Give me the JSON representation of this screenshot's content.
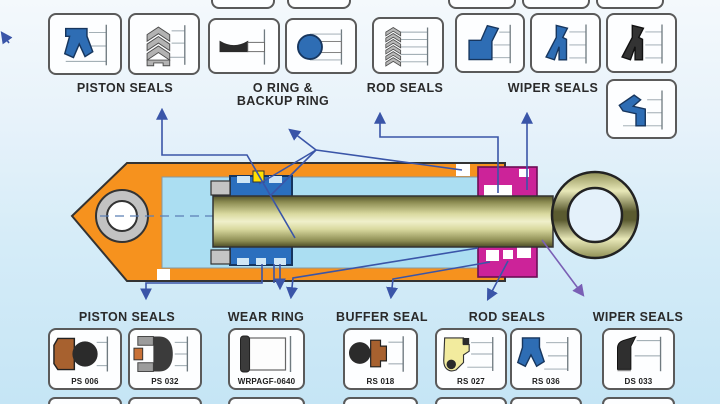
{
  "top_row": {
    "groups": [
      {
        "label": "PISTON SEALS",
        "icons": [
          "piston-seal-ucup",
          "piston-seal-vee-stack"
        ]
      },
      {
        "label_line1": "O RING &",
        "label_line2": "BACKUP RING",
        "icons": [
          "backup-ring",
          "o-ring"
        ]
      },
      {
        "label": "ROD SEALS",
        "icons": [
          "rod-seal-vee-stack"
        ]
      },
      {
        "label": "WIPER SEALS",
        "icons": [
          "wiper-seal-blue",
          "wiper-seal-lipped",
          "wiper-seal-black",
          "wiper-seal-angled"
        ]
      }
    ]
  },
  "bottom_row": {
    "groups": [
      {
        "label": "PISTON SEALS",
        "parts": [
          {
            "code": "PS 006",
            "icon": "piston-seal-oring-energized"
          },
          {
            "code": "PS 032",
            "icon": "piston-seal-compact"
          }
        ]
      },
      {
        "label": "WEAR RING",
        "parts": [
          {
            "code": "WRPAGF-0640",
            "icon": "wear-ring-strip"
          }
        ]
      },
      {
        "label": "BUFFER SEAL",
        "parts": [
          {
            "code": "RS 018",
            "icon": "buffer-seal-profile"
          }
        ]
      },
      {
        "label": "ROD SEALS",
        "parts": [
          {
            "code": "RS 027",
            "icon": "rod-seal-yellow"
          },
          {
            "code": "RS 036",
            "icon": "rod-seal-ucup"
          }
        ]
      },
      {
        "label": "WIPER SEALS",
        "parts": [
          {
            "code": "DS 033",
            "icon": "wiper-seal-profile"
          }
        ]
      }
    ]
  },
  "diagram": {
    "name": "hydraulic-cylinder-cross-section",
    "colors": {
      "body_orange": "#F6921E",
      "bore_blue": "#ABDEF2",
      "piston_blue": "#2B6FBE",
      "gland_magenta": "#CC2399",
      "rod_khaki": "#D9D99F",
      "backup_yellow": "#FFE000",
      "arrow_blue": "#3A55A8",
      "leader_violet": "#7A5FB5"
    }
  }
}
